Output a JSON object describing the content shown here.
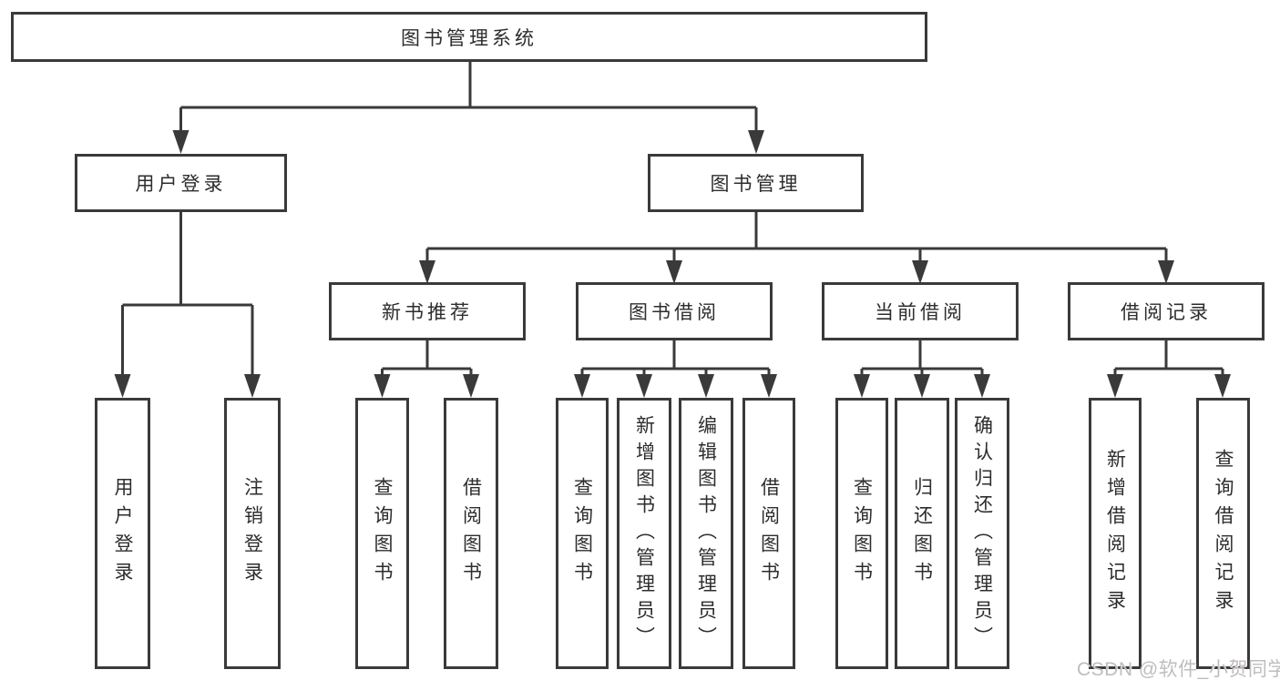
{
  "diagram": {
    "root": {
      "label": "图书管理系统"
    },
    "branches": {
      "user_login": {
        "label": "用户登录",
        "children": [
          "用户登录",
          "注销登录"
        ]
      },
      "book_management": {
        "label": "图书管理"
      }
    },
    "modules": {
      "new_book": {
        "label": "新书推荐",
        "children": [
          "查询图书",
          "借阅图书"
        ]
      },
      "book_borrow": {
        "label": "图书借阅",
        "children": [
          "查询图书",
          "新增图书（管理员）",
          "编辑图书（管理员）",
          "借阅图书"
        ]
      },
      "current_borrow": {
        "label": "当前借阅",
        "children": [
          "查询图书",
          "归还图书",
          "确认归还（管理员）"
        ]
      },
      "borrow_records": {
        "label": "借阅记录",
        "children": [
          "新增借阅记录",
          "查询借阅记录"
        ]
      }
    }
  },
  "watermark": "CSDN @软件_小贺同学",
  "colors": {
    "line": "#3a3a3a",
    "text": "#2d2d2d",
    "watermark": "#c0bcbc",
    "bg": "#ffffff"
  }
}
